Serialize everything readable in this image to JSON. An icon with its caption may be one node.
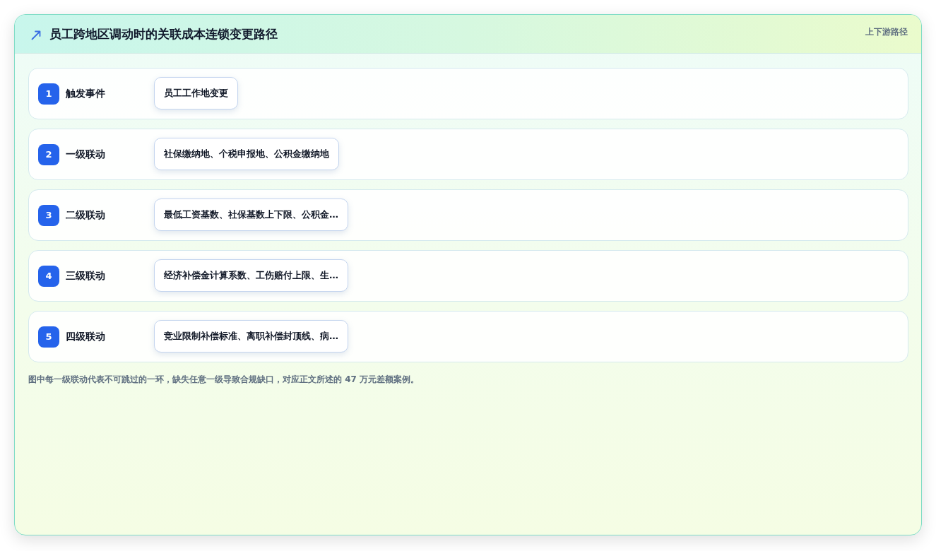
{
  "diagram": {
    "title": "员工跨地区调动时的关联成本连锁变更路径",
    "nodes": [
      {
        "text": [
          "触发事件"
        ]
      },
      {
        "text": [
          "1"
        ],
        "in": 0
      },
      {
        "text": [
          "员工工作地变更"
        ],
        "in": 0
      },
      {
        "text": [
          "一级联动"
        ]
      },
      {
        "text": [
          "2"
        ],
        "in": 3
      },
      {
        "text": [
          "社保缴纳地、个税申报地、公积金缴纳地"
        ],
        "in": 3
      },
      {
        "text": [
          "二级联动"
        ]
      },
      {
        "text": [
          "3"
        ],
        "in": 6
      },
      {
        "text": [
          "最低工资基数、社保基数上下限、公积金…"
        ],
        "in": 6
      },
      {
        "text": [
          "三级联动"
        ]
      },
      {
        "text": [
          "4"
        ],
        "in": 9
      },
      {
        "text": [
          "经济补偿金计算系数、工伤赔付上限、生…"
        ],
        "in": 9
      },
      {
        "text": [
          "四级联动"
        ]
      },
      {
        "text": [
          "5"
        ],
        "in": 12
      },
      {
        "text": [
          "竞业限制补偿标准、离职补偿封顶线、病…"
        ],
        "in": 12
      }
    ],
    "labels": [
      "上下游路径"
    ],
    "caption": "图中每一级联动代表不可跳过的一环，缺失任意一级导致合规缺口，对应正文所述的 47 万元差额案例。"
  }
}
